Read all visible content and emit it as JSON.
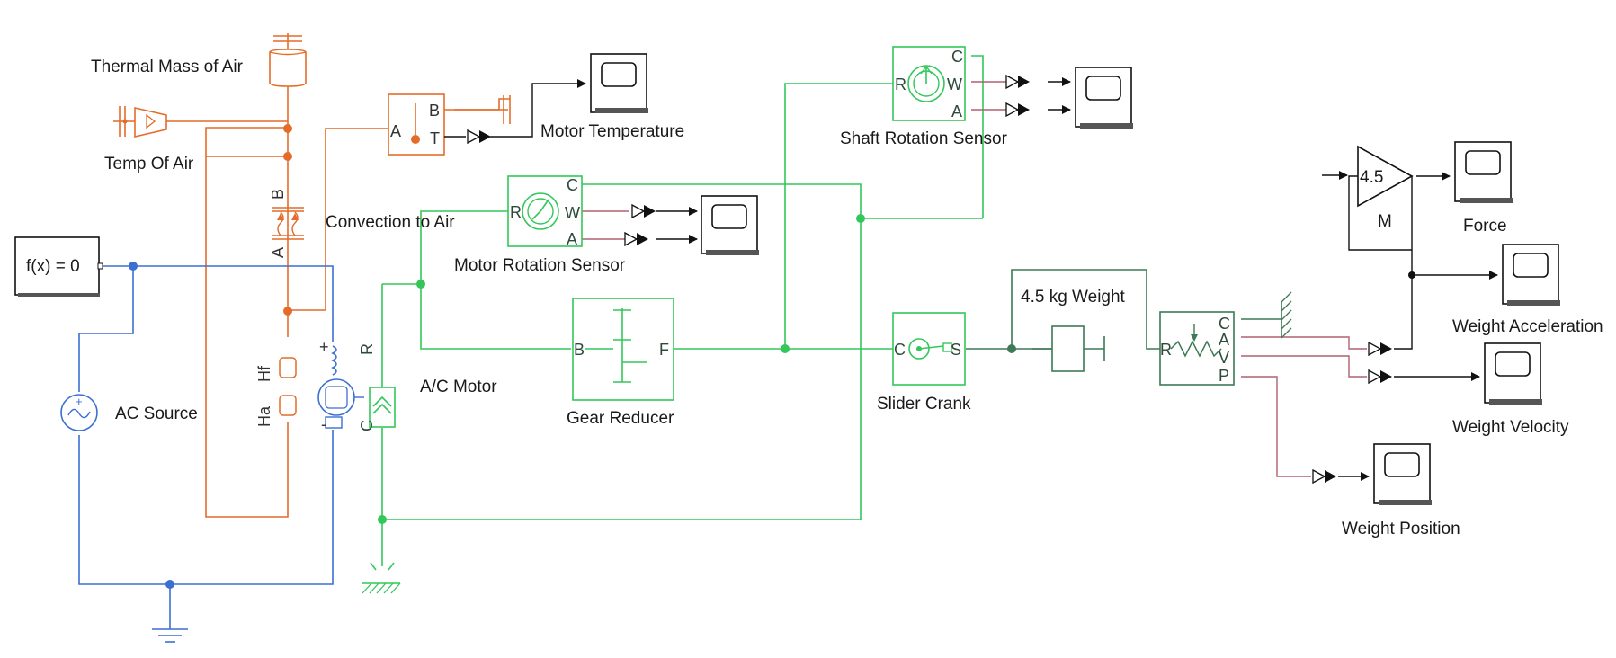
{
  "blocks": {
    "thermal_mass": "Thermal Mass of Air",
    "temp_of_air": "Temp Of Air",
    "convection": "Convection to Air",
    "motor_temperature": "Motor Temperature",
    "fx": "f(x) = 0",
    "ac_source": "AC Source",
    "ac_motor": "A/C Motor",
    "motor_rotation_sensor": "Motor Rotation Sensor",
    "gear_reducer": "Gear Reducer",
    "shaft_rotation_sensor": "Shaft Rotation Sensor",
    "slider_crank": "Slider Crank",
    "weight": "4.5 kg Weight",
    "gain_value": "4.5",
    "gain_name": "M",
    "force": "Force",
    "weight_acceleration": "Weight Acceleration",
    "weight_velocity": "Weight Velocity",
    "weight_position": "Weight Position"
  },
  "ports": {
    "A": "A",
    "B": "B",
    "T": "T",
    "C": "C",
    "R": "R",
    "W": "W",
    "F": "F",
    "S": "S",
    "V": "V",
    "P": "P",
    "Hf": "Hf",
    "Ha": "Ha",
    "plus": "+",
    "minus": "-"
  },
  "colors": {
    "thermal": "#e46c2a",
    "electrical": "#3c6fd1",
    "mechanical_rotational": "#33c75a",
    "mechanical_translational": "#3d7a55",
    "signal": "#111111",
    "physical_signal": "#b06070"
  },
  "icons": [
    "thermal-mass-icon",
    "temperature-source-icon",
    "convection-icon",
    "temperature-sensor-icon",
    "scope-icon",
    "ac-voltage-source-icon",
    "electrical-ground-icon",
    "dc-motor-icon",
    "rotational-reference-icon",
    "rotational-sensor-icon",
    "gear-icon",
    "slider-crank-icon",
    "mass-icon",
    "translational-sensor-icon",
    "gain-icon",
    "ps-simulink-converter-icon"
  ]
}
